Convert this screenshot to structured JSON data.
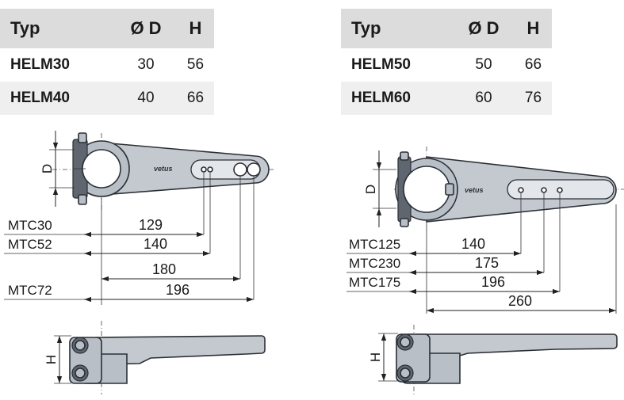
{
  "table_left": {
    "headers": [
      "Typ",
      "Ø D",
      "H"
    ],
    "rows": [
      [
        "HELM30",
        "30",
        "56"
      ],
      [
        "HELM40",
        "40",
        "66"
      ]
    ]
  },
  "table_right": {
    "headers": [
      "Typ",
      "Ø D",
      "H"
    ],
    "rows": [
      [
        "HELM50",
        "50",
        "66"
      ],
      [
        "HELM60",
        "60",
        "76"
      ]
    ]
  },
  "drawing_left": {
    "dim_d": "D",
    "dim_h": "H",
    "logo": "vetus",
    "dims": [
      {
        "label": "MTC30",
        "value": "129"
      },
      {
        "label": "MTC52",
        "value": "140"
      },
      {
        "label": "",
        "value": "180"
      },
      {
        "label": "MTC72",
        "value": "196"
      }
    ]
  },
  "drawing_right": {
    "dim_d": "D",
    "dim_h": "H",
    "logo": "vetus",
    "dims": [
      {
        "label": "MTC125",
        "value": "140"
      },
      {
        "label": "MTC230",
        "value": "175"
      },
      {
        "label": "MTC175",
        "value": "196"
      },
      {
        "label": "",
        "value": "260"
      }
    ]
  }
}
